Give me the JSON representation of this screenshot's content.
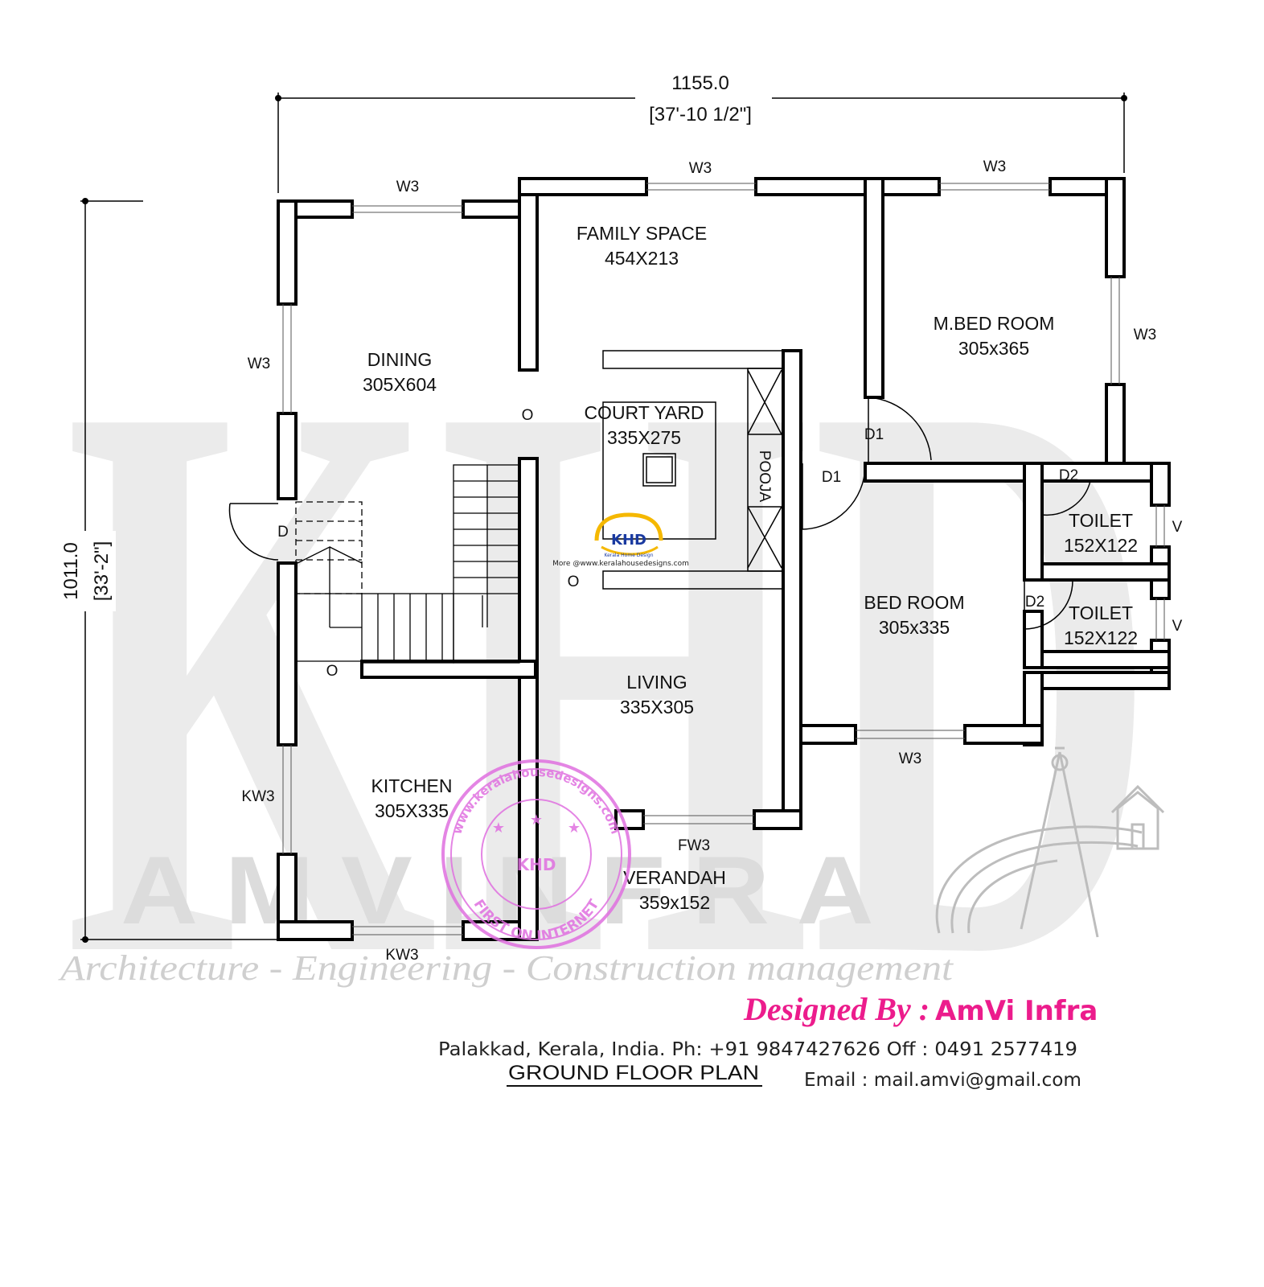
{
  "dimensions": {
    "width_value": "1155.0",
    "width_imperial": "[37'-10 1/2\"]",
    "height_value": "1011.0",
    "height_imperial": "[33'-2\"]"
  },
  "rooms": {
    "family_space": {
      "name": "FAMILY SPACE",
      "size": "454X213"
    },
    "m_bed_room": {
      "name": "M.BED ROOM",
      "size": "305x365"
    },
    "dining": {
      "name": "DINING",
      "size": "305X604"
    },
    "court_yard": {
      "name": "COURT YARD",
      "size": "335X275"
    },
    "pooja": {
      "name": "POOJA"
    },
    "toilet_1": {
      "name": "TOILET",
      "size": "152X122"
    },
    "toilet_2": {
      "name": "TOILET",
      "size": "152X122"
    },
    "bed_room": {
      "name": "BED ROOM",
      "size": "305x335"
    },
    "living": {
      "name": "LIVING",
      "size": "335X305"
    },
    "kitchen": {
      "name": "KITCHEN",
      "size": "305X335"
    },
    "verandah": {
      "name": "VERANDAH",
      "size": "359x152"
    }
  },
  "openings": {
    "w3_dining_top": "W3",
    "w3_family_top": "W3",
    "w3_mbed_top": "W3",
    "w3_mbed_right": "W3",
    "w3_dining_left": "W3",
    "w3_bed_bottom": "W3",
    "kw3_left": "KW3",
    "kw3_bottom": "KW3",
    "fw3": "FW3",
    "d1_mbed": "D1",
    "d1_bed": "D1",
    "d2_top": "D2",
    "d2_bottom": "D2",
    "d_entry": "D",
    "v_top": "V",
    "v_bottom": "V",
    "o_dining": "O",
    "o_living": "O",
    "o_kitchen": "O"
  },
  "stamp": {
    "logo_text": "KHD",
    "logo_sub": "Kerala Home Design",
    "more_text": "More @www.keralahousedesigns.com",
    "seal_top": "www.keralahousedesigns.com",
    "seal_bottom": "FIRST ON INTERNET"
  },
  "watermark": {
    "big_letters": "KHD",
    "company": "AMVINFRA",
    "tagline": "Architecture - Engineering - Construction management"
  },
  "credits": {
    "designed_by": "Designed By :",
    "company_name": "AmVi Infra",
    "address": "Palakkad, Kerala, India.  Ph: +91 9847427626 Off : 0491 2577419",
    "email": "Email : mail.amvi@gmail.com"
  },
  "plan_title": "GROUND FLOOR  PLAN",
  "colors": {
    "accent": "#ec1c8c",
    "stamp": "#e070e0",
    "logo_yellow": "#f5b800",
    "logo_blue": "#1a3aa0"
  }
}
